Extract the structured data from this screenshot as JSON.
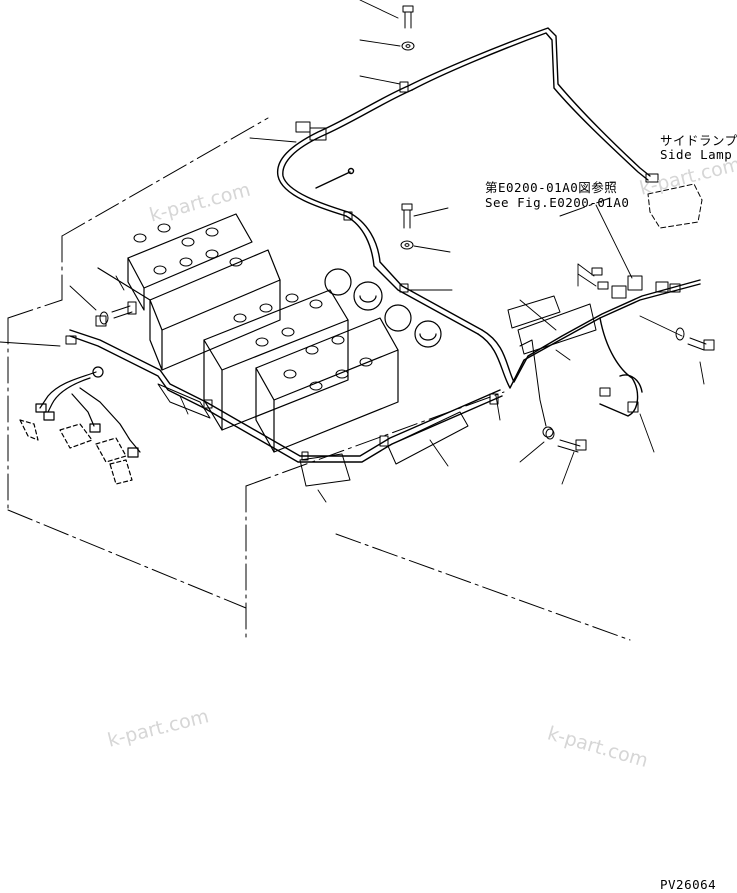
{
  "labels": {
    "side_lamp_jp": "サイドランプ",
    "side_lamp_en": "Side Lamp",
    "ref_jp": "第E0200-01A0図参照",
    "ref_en": "See Fig.E0200-01A0",
    "drawing_no": "PV26064"
  },
  "watermarks": [
    "k-part.com",
    "k-part.com",
    "k-part.com",
    "k-part.com"
  ]
}
